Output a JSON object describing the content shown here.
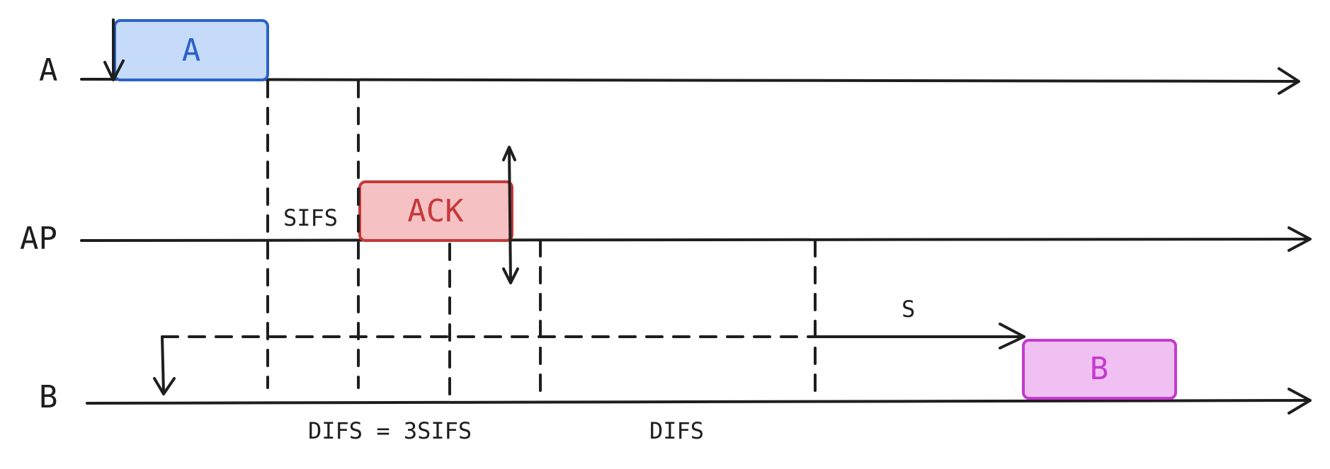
{
  "timelines": [
    {
      "id": "a",
      "label": "A"
    },
    {
      "id": "ap",
      "label": "AP"
    },
    {
      "id": "b",
      "label": "B"
    }
  ],
  "frames": {
    "a": {
      "label": "A",
      "fill": "#c6dbfa",
      "stroke": "#2b62c8",
      "text_color": "#2b62c8"
    },
    "ack": {
      "label": "ACK",
      "fill": "#f6c1c3",
      "stroke": "#c43a3a",
      "text_color": "#c43a3a"
    },
    "b": {
      "label": "B",
      "fill": "#f1c0f3",
      "stroke": "#c43ad0",
      "text_color": "#c43ad0"
    }
  },
  "annotations": {
    "sifs": "SIFS",
    "difs_eq": "DIFS = 3SIFS",
    "difs": "DIFS",
    "s": "S"
  },
  "colors": {
    "ink": "#1e1e1e"
  }
}
